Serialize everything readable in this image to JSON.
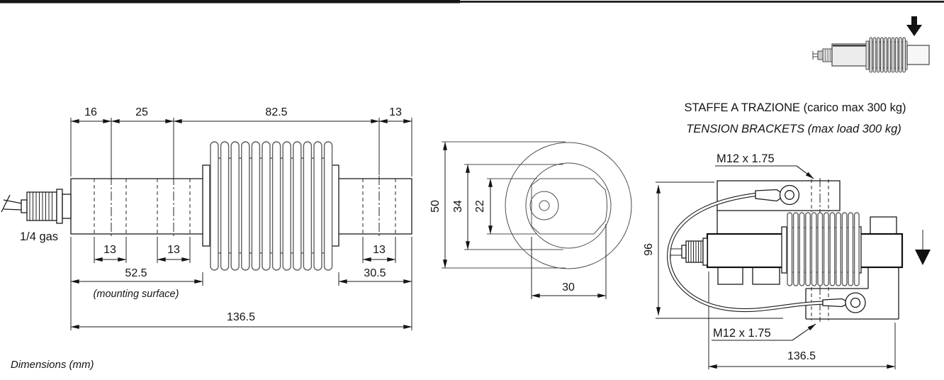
{
  "page": {
    "footer_note": "Dimensions (mm)"
  },
  "side_view": {
    "dim_top_16": "16",
    "dim_top_25": "25",
    "dim_top_82_5": "82.5",
    "dim_top_13": "13",
    "dim_hole_left": "13",
    "dim_hole_mid": "13",
    "dim_hole_right": "13",
    "dim_mount": "52.5",
    "mount_note": "(mounting surface)",
    "dim_right": "30.5",
    "dim_total": "136.5",
    "thread_label": "1/4 gas"
  },
  "end_view": {
    "dim_outer": "50",
    "dim_mid": "34",
    "dim_body": "22",
    "dim_width": "30"
  },
  "bracket_view": {
    "title_primary": "STAFFE A TRAZIONE (carico max 300 kg)",
    "title_secondary": "TENSION BRACKETS (max load 300 kg)",
    "thread_top": "M12 x 1.75",
    "thread_bottom": "M12 x 1.75",
    "dim_height": "96",
    "dim_total": "136.5"
  }
}
